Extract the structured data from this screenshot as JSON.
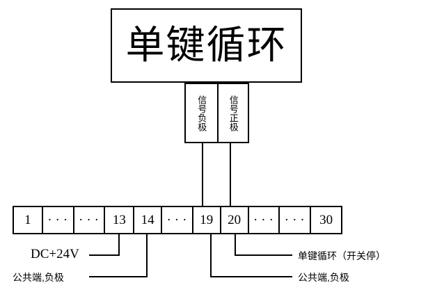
{
  "title": {
    "text": "单键循环"
  },
  "signal_block": {
    "terminals": [
      {
        "label": "信号负极",
        "name": "signal-negative"
      },
      {
        "label": "信号正极",
        "name": "signal-positive"
      }
    ]
  },
  "terminal_strip": {
    "cells": [
      {
        "text": "1",
        "type": "number"
      },
      {
        "text": "···",
        "type": "ellipsis"
      },
      {
        "text": "···",
        "type": "ellipsis"
      },
      {
        "text": "13",
        "type": "number"
      },
      {
        "text": "14",
        "type": "number"
      },
      {
        "text": "···",
        "type": "ellipsis"
      },
      {
        "text": "19",
        "type": "number"
      },
      {
        "text": "20",
        "type": "number"
      },
      {
        "text": "···",
        "type": "ellipsis"
      },
      {
        "text": "···",
        "type": "ellipsis"
      },
      {
        "text": "30",
        "type": "number"
      }
    ]
  },
  "annotations": {
    "power": "DC+24V",
    "common_left": "公共端,负极",
    "function_right": "单键循环（开关停）",
    "common_right": "公共端,负极"
  },
  "colors": {
    "stroke": "#000000",
    "background": "#ffffff"
  }
}
